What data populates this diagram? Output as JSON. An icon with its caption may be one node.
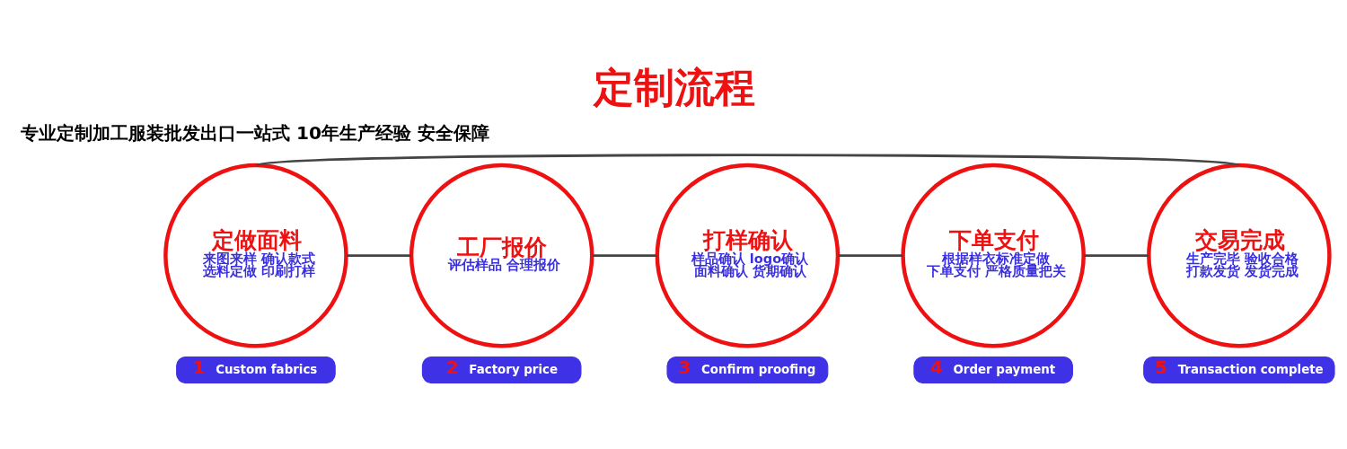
{
  "diagram": {
    "title": "定制流程",
    "nodes": [
      {
        "text": [
          "定做面料",
          "来图来样 确认款式",
          "选料定做 印刷打样"
        ]
      },
      {
        "text": [
          "工厂报价",
          "评估样品 合理报价"
        ]
      },
      {
        "text": [
          "打样确认",
          "样品确认 logo确认",
          "面料确认 货期确认"
        ]
      },
      {
        "text": [
          "下单支付",
          "根据样衣标准定做",
          "下单支付 严格质量把关"
        ]
      },
      {
        "text": [
          "交易完成",
          "生产完毕 验收合格",
          "打款发货 发货完成"
        ]
      },
      {
        "text": [
          "1",
          "Custom fabrics"
        ]
      },
      {
        "text": [
          "2",
          "Factory price"
        ]
      },
      {
        "text": [
          "3",
          "Confirm proofing"
        ]
      },
      {
        "text": [
          "4",
          "Order payment"
        ]
      },
      {
        "text": [
          "5",
          "Transaction complete"
        ]
      }
    ],
    "edges": [
      {
        "from": 0,
        "to": 1,
        "arrow": "none"
      },
      {
        "from": 1,
        "to": 2,
        "arrow": "none"
      },
      {
        "from": 2,
        "to": 3,
        "arrow": "none"
      },
      {
        "from": 3,
        "to": 4,
        "arrow": "none"
      },
      {
        "from": 0,
        "to": 4,
        "arrow": "none"
      }
    ],
    "labels": [
      "专业定制加工服装批发出口一站式 10年生产经验 安全保障"
    ]
  }
}
